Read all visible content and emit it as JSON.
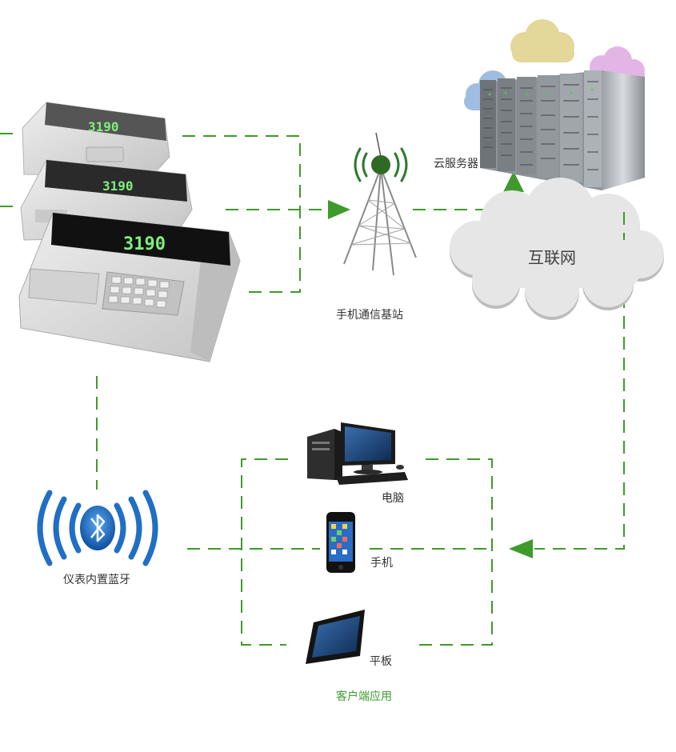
{
  "colors": {
    "connector": "#3f9a2c",
    "bluetooth": "#1f6fc6",
    "cloud": "#e6e6e6",
    "device_body": "#dcdcdc",
    "display": "#1e1e1e",
    "digits": "#7cf07c"
  },
  "instrument": {
    "reading": "3190"
  },
  "labels": {
    "cloud_server": "云服务器",
    "internet": "互联网",
    "base_station": "手机通信基站",
    "bluetooth": "仪表内置蓝牙",
    "computer": "电脑",
    "phone": "手机",
    "tablet": "平板",
    "client_apps": "客户端应用"
  },
  "icons": [
    "weighing-indicator-icon",
    "cell-tower-icon",
    "server-rack-icon",
    "cloud-icon",
    "bluetooth-icon",
    "desktop-computer-icon",
    "smartphone-icon",
    "tablet-icon"
  ]
}
